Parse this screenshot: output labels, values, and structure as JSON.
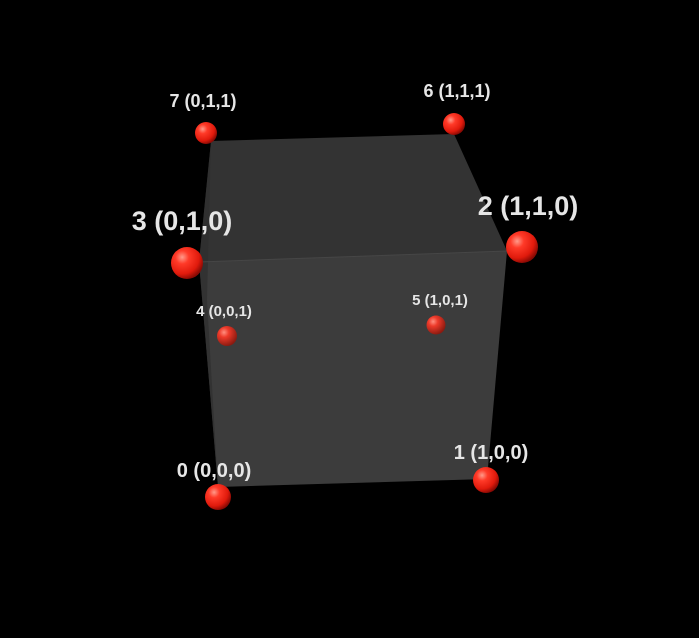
{
  "vertices": [
    {
      "id": "0",
      "label": "0 (0,0,0)"
    },
    {
      "id": "1",
      "label": "1 (1,0,0)"
    },
    {
      "id": "2",
      "label": "2 (1,1,0)"
    },
    {
      "id": "3",
      "label": "3 (0,1,0)"
    },
    {
      "id": "4",
      "label": "4 (0,0,1)"
    },
    {
      "id": "5",
      "label": "5 (1,0,1)"
    },
    {
      "id": "6",
      "label": "6 (1,1,1)"
    },
    {
      "id": "7",
      "label": "7 (0,1,1)"
    }
  ],
  "colors": {
    "background": "#000000",
    "vertex_sphere": "#ff2a1a",
    "label_text": "#e6e6e6",
    "cube_face": "#3a3a3a"
  }
}
